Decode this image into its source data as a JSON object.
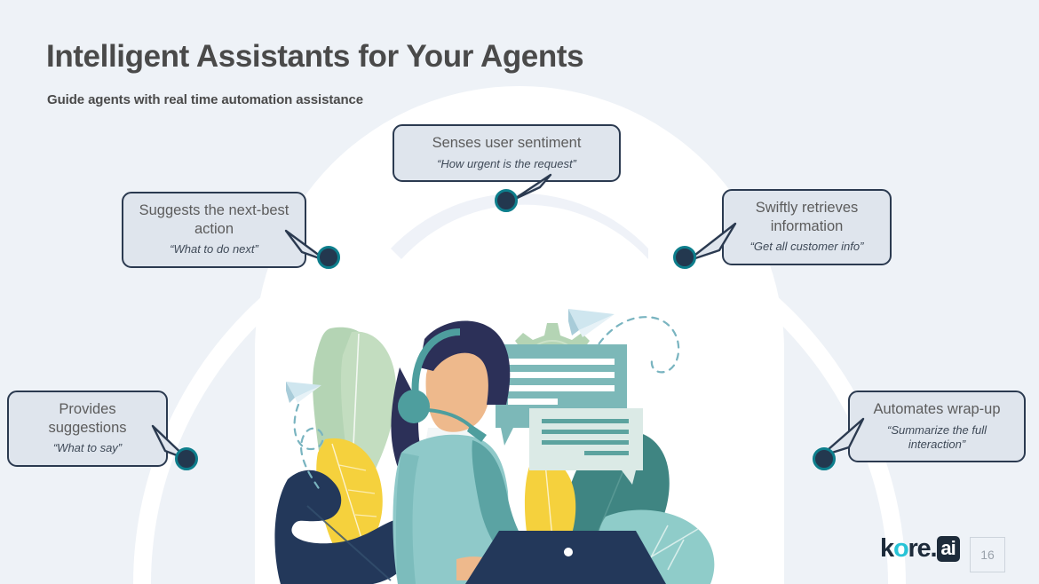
{
  "slide": {
    "title": "Intelligent Assistants for Your Agents",
    "subtitle": "Guide agents with real time automation assistance",
    "background_color": "#eef2f7",
    "page_number": "16"
  },
  "logo": {
    "word_before": "k",
    "word_o": "o",
    "word_after": "re.",
    "badge": "ai",
    "accent_color": "#27c3d6",
    "dark_color": "#1d2b3a"
  },
  "callouts": [
    {
      "id": "senses-user-sentiment",
      "title": "Senses user sentiment",
      "quote": "“How urgent is the request”"
    },
    {
      "id": "suggests-next-best-action",
      "title": "Suggests the next-best action",
      "quote": "“What to do next”"
    },
    {
      "id": "swiftly-retrieves-information",
      "title": "Swiftly retrieves information",
      "quote": "“Get all customer info”"
    },
    {
      "id": "provides-suggestions",
      "title": "Provides suggestions",
      "quote": "“What to say”"
    },
    {
      "id": "automates-wrap-up",
      "title": "Automates wrap-up",
      "quote": "“Summarize the full interaction”"
    }
  ],
  "illustration": {
    "description": "call center agent with headset working on a laptop with chat bubbles, gear, paper planes and leaves",
    "colors": {
      "hair": "#2c3058",
      "skin": "#eeb98c",
      "headset": "#4e9e9e",
      "shirt": "#8fc9c9",
      "shirt_shadow": "#5ba3a3",
      "bubble_teal": "#7cb8b8",
      "bubble_mint": "#dbeae6",
      "laptop": "#23385a",
      "leaf_green": "#b4d4b4",
      "leaf_yellow": "#f5d13d",
      "leaf_navy": "#23385a",
      "leaf_teal": "#8fccc9",
      "leaf_darkteal": "#3f8582",
      "gear": "#b4d4b4"
    }
  },
  "markers": {
    "fill": "#23384f",
    "ring": "#0d7e8c"
  }
}
